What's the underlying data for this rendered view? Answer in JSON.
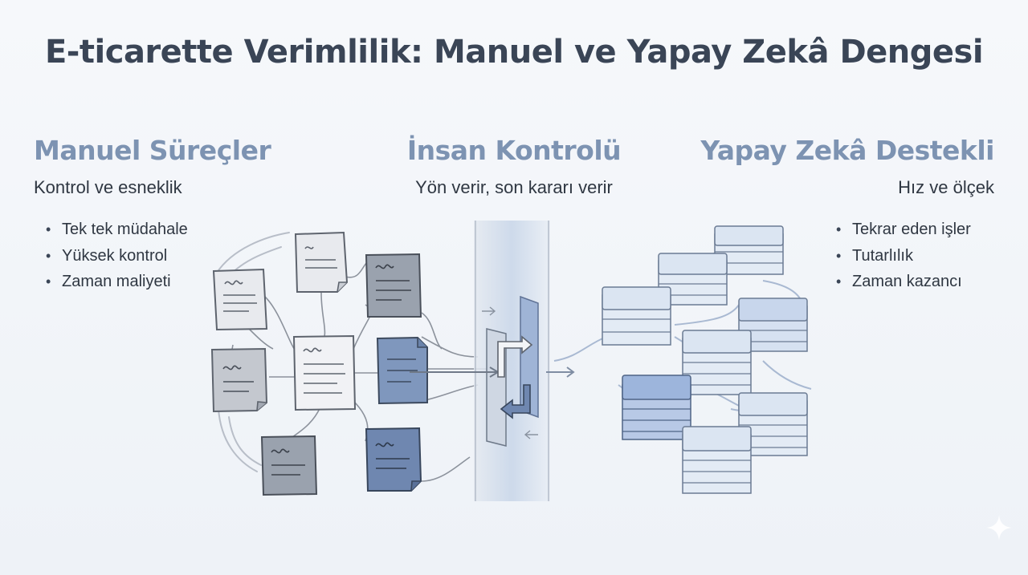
{
  "title": "E-ticarette Verimlilik: Manuel ve Yapay Zekâ Dengesi",
  "columns": {
    "left": {
      "heading": "Manuel Süreçler",
      "subtitle": "Kontrol ve esneklik",
      "bullets": [
        "Tek tek müdahale",
        "Yüksek kontrol",
        "Zaman maliyeti"
      ]
    },
    "center": {
      "heading": "İnsan Kontrolü",
      "subtitle": "Yön verir, son kararı verir"
    },
    "right": {
      "heading": "Yapay Zekâ Destekli",
      "subtitle": "Hız ve ölçek",
      "bullets": [
        "Tekrar eden işler",
        "Tutarlılık",
        "Zaman kazancı"
      ]
    }
  },
  "colors": {
    "heading_accent": "#7d93b2",
    "doc_light": "#e8eaee",
    "doc_grey": "#9aa2ae",
    "doc_blue": "#7f97bd",
    "stack_light": "#dbe5f2",
    "stack_blue": "#9db5dc"
  },
  "icons": [
    "document-icon",
    "database-stack-icon",
    "arrow-right-icon",
    "arrow-left-icon",
    "sparkle-icon"
  ]
}
